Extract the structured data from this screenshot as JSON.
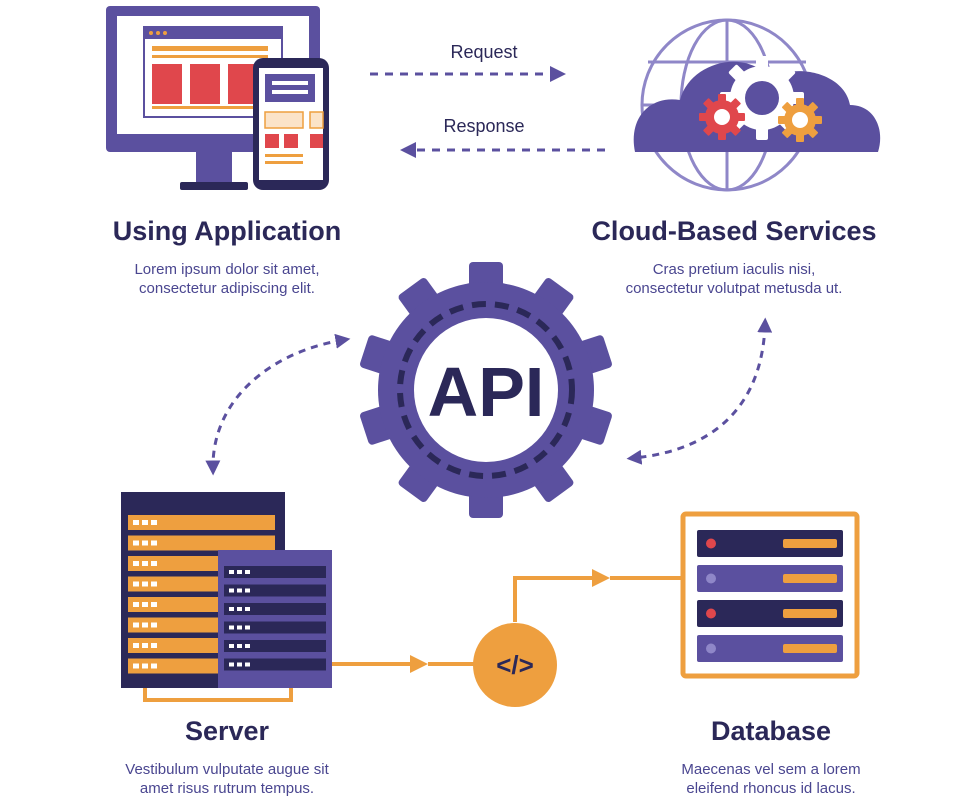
{
  "colors": {
    "purple": "#5b509f",
    "dark_navy": "#2b2858",
    "orange": "#ee9f3f",
    "red": "#e0474c",
    "light_purple": "#8f87c8",
    "white": "#ffffff"
  },
  "flows": {
    "request": "Request",
    "response": "Response"
  },
  "api": {
    "label": "API"
  },
  "code": {
    "label": "</>"
  },
  "nodes": {
    "application": {
      "title": "Using Application",
      "desc_line1": "Lorem ipsum dolor sit amet,",
      "desc_line2": "consectetur adipiscing elit."
    },
    "cloud": {
      "title": "Cloud-Based Services",
      "desc_line1": "Cras pretium iaculis nisi,",
      "desc_line2": "consectetur volutpat metusda ut."
    },
    "server": {
      "title": "Server",
      "desc_line1": "Vestibulum vulputate augue sit",
      "desc_line2": "amet risus rutrum tempus."
    },
    "database": {
      "title": "Database",
      "desc_line1": "Maecenas vel sem a lorem",
      "desc_line2": "eleifend rhoncus id lacus."
    }
  },
  "icons": {
    "desktop": "desktop-monitor-icon",
    "phone": "smartphone-icon",
    "cloud": "cloud-gears-icon",
    "api_gear": "gear-icon",
    "server": "server-rack-icon",
    "code": "code-brackets-icon",
    "database": "database-stack-icon"
  }
}
